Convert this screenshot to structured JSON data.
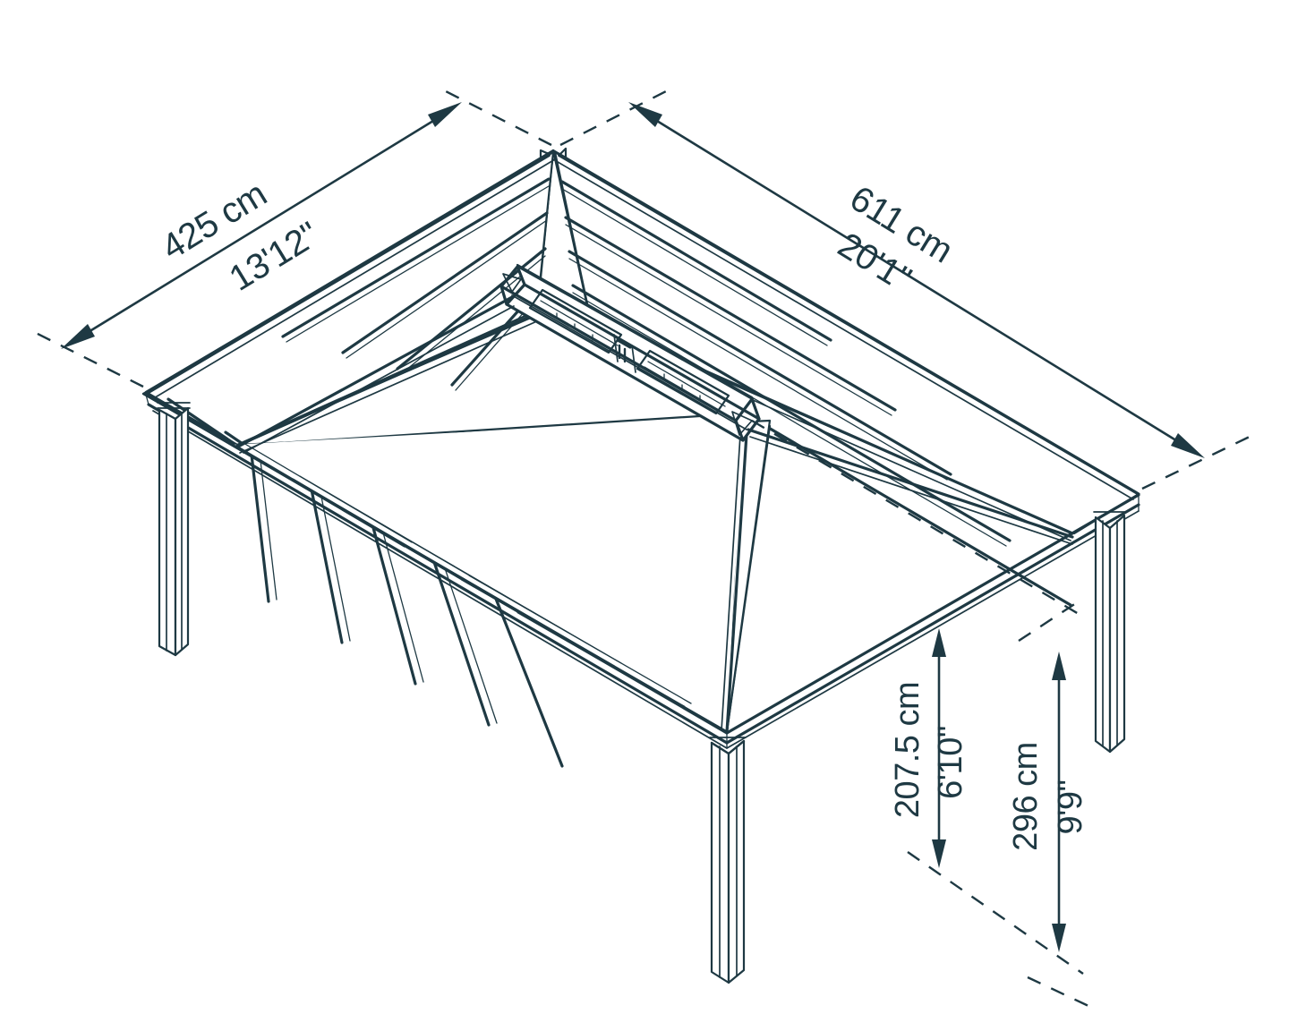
{
  "drawing": {
    "title": "Gazebo isometric dimension drawing",
    "subject": "hip-roof gazebo",
    "line_color": "#1e3943",
    "background_color": "#ffffff",
    "view": "isometric"
  },
  "dimensions": {
    "width": {
      "id": "roof-width",
      "metric": "425 cm",
      "imperial": "13'12\"",
      "orientation": "diagonal-upper-left"
    },
    "length": {
      "id": "roof-length",
      "metric": "611 cm",
      "imperial": "20'1\"",
      "orientation": "diagonal-upper-right"
    },
    "eave_height": {
      "id": "eave-height",
      "metric": "207.5 cm",
      "imperial": "6'10\"",
      "orientation": "vertical"
    },
    "ridge_height": {
      "id": "ridge-height",
      "metric": "296 cm",
      "imperial": "9'9\"",
      "orientation": "vertical"
    }
  },
  "parts": {
    "roof": "hip-roof-assembly",
    "ridge_vent": "ridge-skylight-vent",
    "posts": [
      "post-left",
      "post-front",
      "post-right",
      "post-back"
    ],
    "rafters": "roof-rafters",
    "panels": "roof-panels"
  }
}
